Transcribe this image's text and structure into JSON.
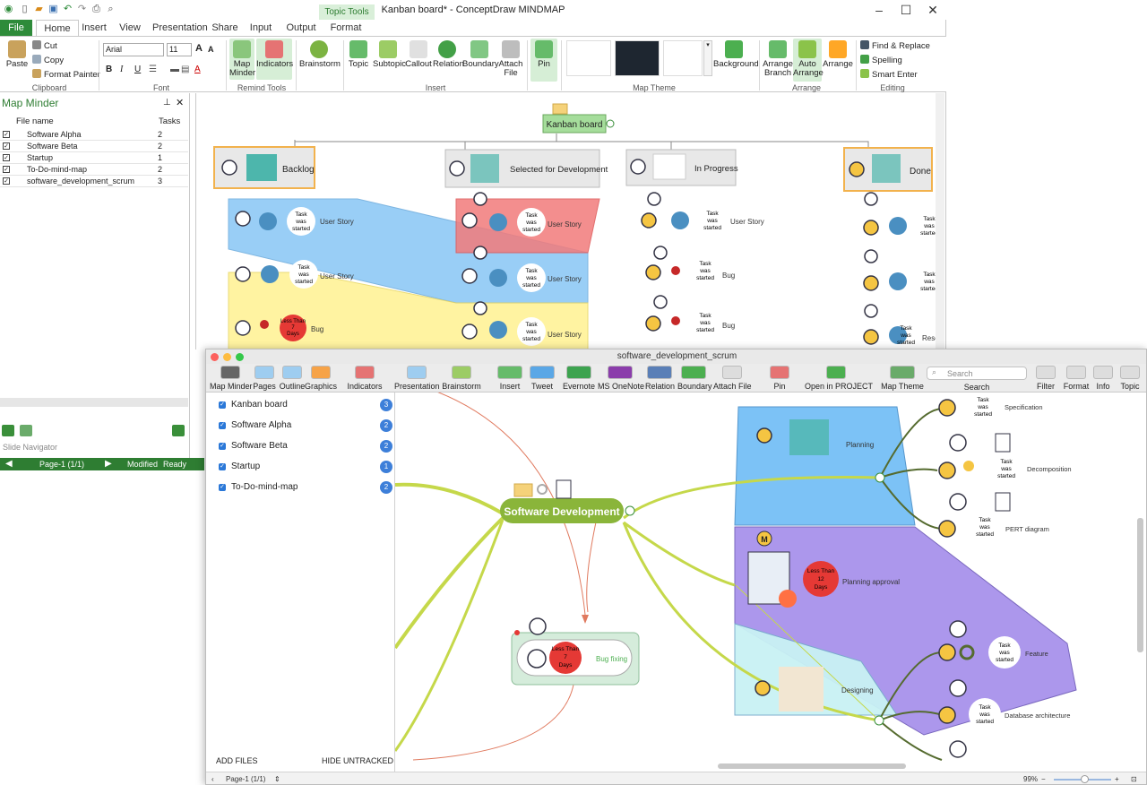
{
  "win": {
    "title": "Kanban board* - ConceptDraw MINDMAP",
    "topic_tools": "Topic Tools",
    "tabs": [
      "File",
      "Home",
      "Insert",
      "View",
      "Presentation",
      "Share",
      "Input",
      "Output",
      "Format"
    ],
    "ribbon": {
      "paste": "Paste",
      "cut": "Cut",
      "copy": "Copy",
      "format_painter": "Format Painter",
      "clipboard": "Clipboard",
      "font_name": "Arial",
      "font_size": "11",
      "font": "Font",
      "map_minder": "Map Minder",
      "indicators": "Indicators",
      "remind_tools": "Remind Tools",
      "brainstorm": "Brainstorm",
      "topic": "Topic",
      "subtopic": "Subtopic",
      "callout": "Callout",
      "relation": "Relation",
      "boundary": "Boundary",
      "attach_file": "Attach File",
      "insert": "Insert",
      "pin": "Pin",
      "map_theme": "Map Theme",
      "background": "Background",
      "arrange_branch": "Arrange Branch",
      "auto_arrange": "Auto Arrange",
      "arrange_btn": "Arrange",
      "arrange": "Arrange",
      "find_replace": "Find & Replace",
      "spelling": "Spelling",
      "smart_enter": "Smart Enter",
      "editing": "Editing"
    },
    "map_minder": {
      "title": "Map Minder",
      "col_file": "File name",
      "col_tasks": "Tasks",
      "rows": [
        {
          "name": "Software  Alpha",
          "tasks": "2"
        },
        {
          "name": "Software Beta",
          "tasks": "2"
        },
        {
          "name": "Startup",
          "tasks": "1"
        },
        {
          "name": "To-Do-mind-map",
          "tasks": "2"
        },
        {
          "name": "software_development_scrum",
          "tasks": "3"
        }
      ]
    },
    "slide_navigator": "Slide Navigator",
    "status": {
      "page": "Page-1 (1/1)",
      "modified": "Modified",
      "ready": "Ready"
    },
    "kanban": {
      "root": "Kanban board",
      "columns": [
        "Backlog",
        "Selected for Development",
        "In Progress",
        "Done"
      ],
      "task_label": [
        "Task",
        "was",
        "started"
      ],
      "less_than": [
        "Less Than",
        "7",
        "Days"
      ],
      "user_story": "User Story",
      "bug": "Bug",
      "rese": "Rese"
    }
  },
  "mac": {
    "title": "software_development_scrum",
    "toolbar": [
      "Map Minder",
      "Pages",
      "Outline",
      "Graphics",
      "Indicators",
      "Presentation",
      "Brainstorm",
      "Insert",
      "Tweet",
      "Evernote",
      "MS OneNote",
      "Relation",
      "Boundary",
      "Attach File",
      "Pin",
      "Open in PROJECT",
      "Map Theme",
      "Search",
      "Filter",
      "Format",
      "Info",
      "Topic"
    ],
    "search_placeholder": "Search",
    "files": [
      {
        "name": "Kanban board",
        "count": "3"
      },
      {
        "name": "Software  Alpha",
        "count": "2"
      },
      {
        "name": "Software Beta",
        "count": "2"
      },
      {
        "name": "Startup",
        "count": "1"
      },
      {
        "name": "To-Do-mind-map",
        "count": "2"
      }
    ],
    "add_files": "ADD FILES",
    "hide_untracked": "HIDE UNTRACKED",
    "status_page": "Page-1 (1/1)",
    "zoom": "99%",
    "map": {
      "central": "Software Development",
      "bug_fixing": "Bug fixing",
      "less_than_7": [
        "Less Than",
        "7",
        "Days"
      ],
      "planning": "Planning",
      "planning_approval": "Planning approval",
      "less_than_12": [
        "Less Than",
        "12",
        "Days"
      ],
      "designing": "Designing",
      "milestone": "M",
      "task_label": [
        "Task",
        "was",
        "started"
      ],
      "specification": "Specification",
      "decomposition": "Decomposition",
      "pert": "PERT diagram",
      "feature": "Feature",
      "database": "Database architecture"
    }
  }
}
